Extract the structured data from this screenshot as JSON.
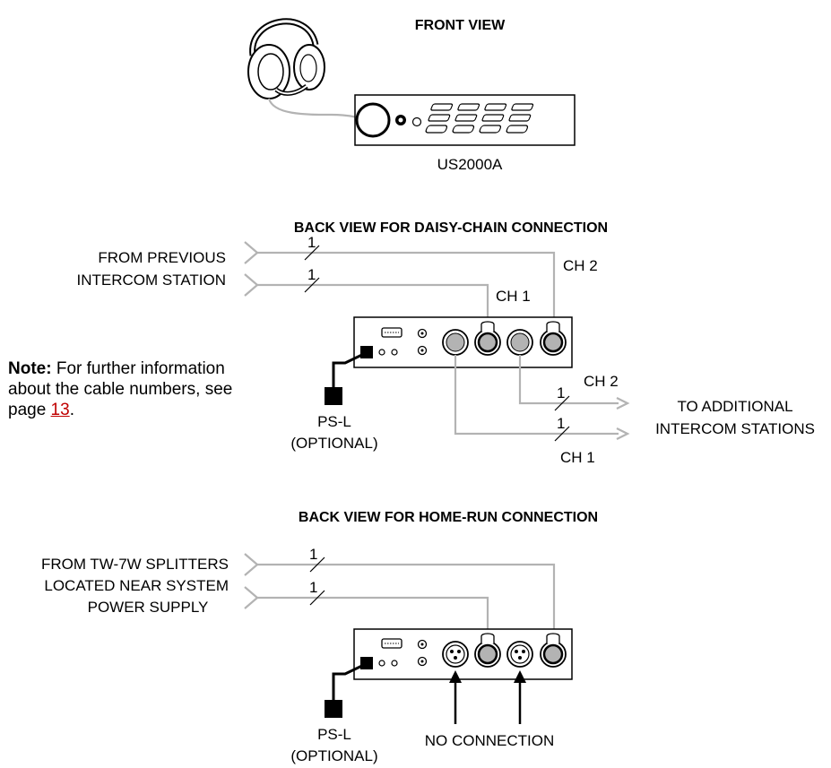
{
  "front": {
    "title": "FRONT VIEW",
    "model": "US2000A"
  },
  "daisy": {
    "title": "BACK VIEW FOR DAISY-CHAIN CONNECTION",
    "from_line1": "FROM PREVIOUS",
    "from_line2": "INTERCOM STATION",
    "ch2_top": "CH 2",
    "ch1_top": "CH 1",
    "cable1a": "1",
    "cable1b": "1",
    "cable1c": "1",
    "cable1d": "1",
    "ch2_out": "CH 2",
    "ch1_out": "CH 1",
    "to_line1": "TO ADDITIONAL",
    "to_line2": "INTERCOM STATIONS",
    "psl": "PS-L",
    "optional": "(OPTIONAL)"
  },
  "note": {
    "label": "Note:",
    "text": " For further information about the cable numbers, see page ",
    "page": "13",
    "end": "."
  },
  "homerun": {
    "title": "BACK VIEW FOR HOME-RUN CONNECTION",
    "from_line1": "FROM TW-7W SPLITTERS",
    "from_line2": "LOCATED NEAR SYSTEM",
    "from_line3": "POWER SUPPLY",
    "cable1a": "1",
    "cable1b": "1",
    "psl": "PS-L",
    "optional": "(OPTIONAL)",
    "no_connection": "NO CONNECTION"
  }
}
